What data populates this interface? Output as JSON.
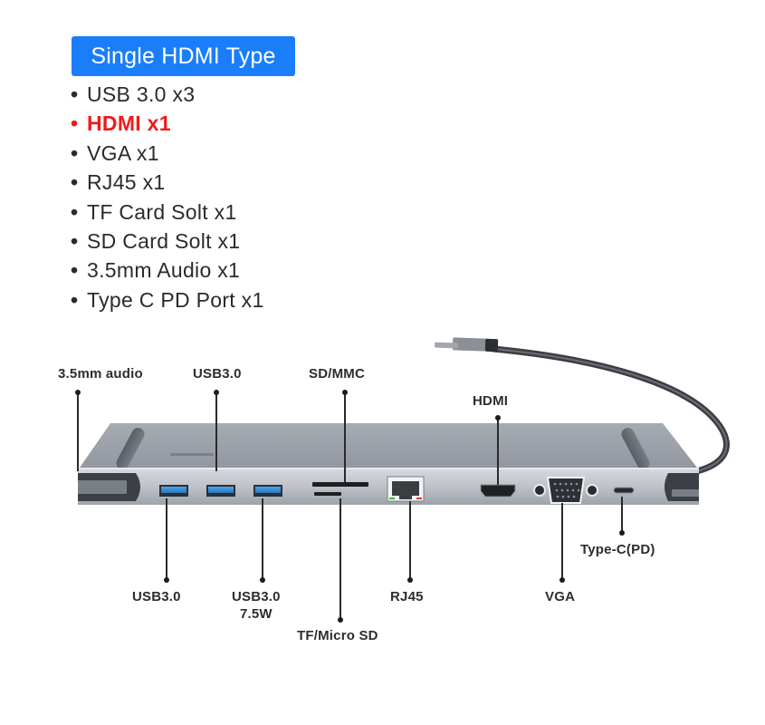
{
  "header": {
    "badge_label": "Single HDMI Type",
    "badge_color": "#1a7efb"
  },
  "spec_list": {
    "bullet": "•",
    "items": [
      {
        "label": "USB 3.0 x3",
        "highlight": false
      },
      {
        "label": "HDMI x1",
        "highlight": true
      },
      {
        "label": "VGA x1",
        "highlight": false
      },
      {
        "label": "RJ45 x1",
        "highlight": false
      },
      {
        "label": "TF Card Solt x1",
        "highlight": false
      },
      {
        "label": "SD Card Solt x1",
        "highlight": false
      },
      {
        "label": "3.5mm Audio x1",
        "highlight": false
      },
      {
        "label": "Type C PD Port x1",
        "highlight": false
      }
    ],
    "highlight_color": "#f01a1a"
  },
  "diagram": {
    "callouts_top": {
      "audio": "3.5mm audio",
      "usb_top": "USB3.0",
      "sd": "SD/MMC",
      "hdmi": "HDMI"
    },
    "callouts_bottom": {
      "usb_left": "USB3.0",
      "usb_right_line1": "USB3.0",
      "usb_right_line2": "7.5W",
      "tf": "TF/Micro SD",
      "rj45": "RJ45",
      "vga": "VGA",
      "typec": "Type-C(PD)"
    }
  }
}
